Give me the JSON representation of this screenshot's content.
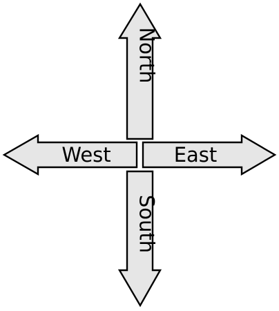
{
  "directions": {
    "north": "North",
    "south": "South",
    "east": "East",
    "west": "West"
  },
  "colors": {
    "arrow_fill": "#e6e6e6",
    "arrow_stroke": "#000000",
    "text": "#000000",
    "background": "#ffffff"
  }
}
